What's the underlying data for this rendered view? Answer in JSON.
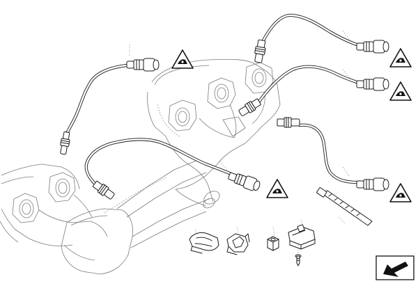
{
  "diagram": {
    "warning_symbol_label": "",
    "warning_symbols": [
      {
        "id": "w1",
        "icon": "hazard-triangle-icon"
      },
      {
        "id": "w2",
        "icon": "hazard-triangle-icon"
      },
      {
        "id": "w3",
        "icon": "hazard-triangle-icon"
      },
      {
        "id": "w4",
        "icon": "hazard-triangle-icon"
      },
      {
        "id": "w5",
        "icon": "hazard-triangle-icon"
      }
    ],
    "parts": [
      {
        "name": "oxygen-sensor-rear-left"
      },
      {
        "name": "oxygen-sensor-front-top"
      },
      {
        "name": "oxygen-sensor-front-middle"
      },
      {
        "name": "oxygen-sensor-front-right"
      },
      {
        "name": "oxygen-sensor-rear-center"
      },
      {
        "name": "cable-tie"
      },
      {
        "name": "clip-holder"
      },
      {
        "name": "bracket-clip"
      },
      {
        "name": "hex-nut"
      },
      {
        "name": "connector-holder"
      },
      {
        "name": "screw"
      }
    ],
    "nav": {
      "icon": "return-arrow-icon"
    }
  }
}
